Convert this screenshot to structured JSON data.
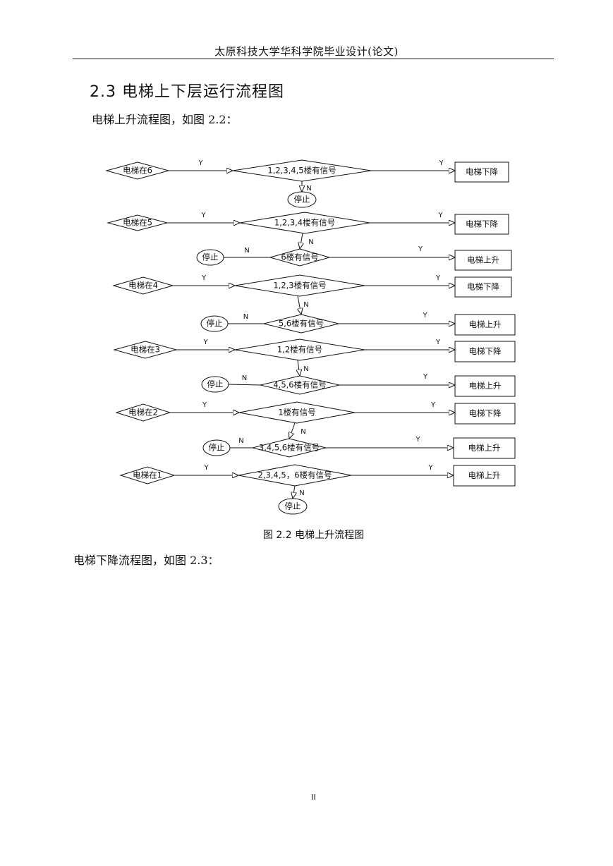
{
  "header": {
    "title": "太原科技大学华科学院毕业设计(论文)"
  },
  "section": {
    "title": "2.3 电梯上下层运行流程图"
  },
  "intro": "电梯上升流程图，如图 2.2：",
  "flowchart": {
    "yes": "Y",
    "no": "N",
    "stop": "停止",
    "floors": [
      {
        "floor": "电梯在6",
        "check1": "1,2,3,4,5楼有信号",
        "result1": "电梯下降"
      },
      {
        "floor": "电梯在5",
        "check1": "1,2,3,4楼有信号",
        "result1": "电梯下降",
        "check2": "6楼有信号",
        "result2": "电梯上升"
      },
      {
        "floor": "电梯在4",
        "check1": "1,2,3楼有信号",
        "result1": "电梯下降",
        "check2": "5,6楼有信号",
        "result2": "电梯上升"
      },
      {
        "floor": "电梯在3",
        "check1": "1,2楼有信号",
        "result1": "电梯下降",
        "check2": "4,5,6楼有信号",
        "result2": "电梯上升"
      },
      {
        "floor": "电梯在2",
        "check1": "1楼有信号",
        "result1": "电梯下降",
        "check2": "3,4,5,6楼有信号",
        "result2": "电梯上升"
      },
      {
        "floor": "电梯在1",
        "check1": "2,3,4,5，6楼有信号",
        "result1": "电梯上升"
      }
    ]
  },
  "caption": "图 2.2 电梯上升流程图",
  "outro": "电梯下降流程图，如图 2.3：",
  "page_number": "II"
}
